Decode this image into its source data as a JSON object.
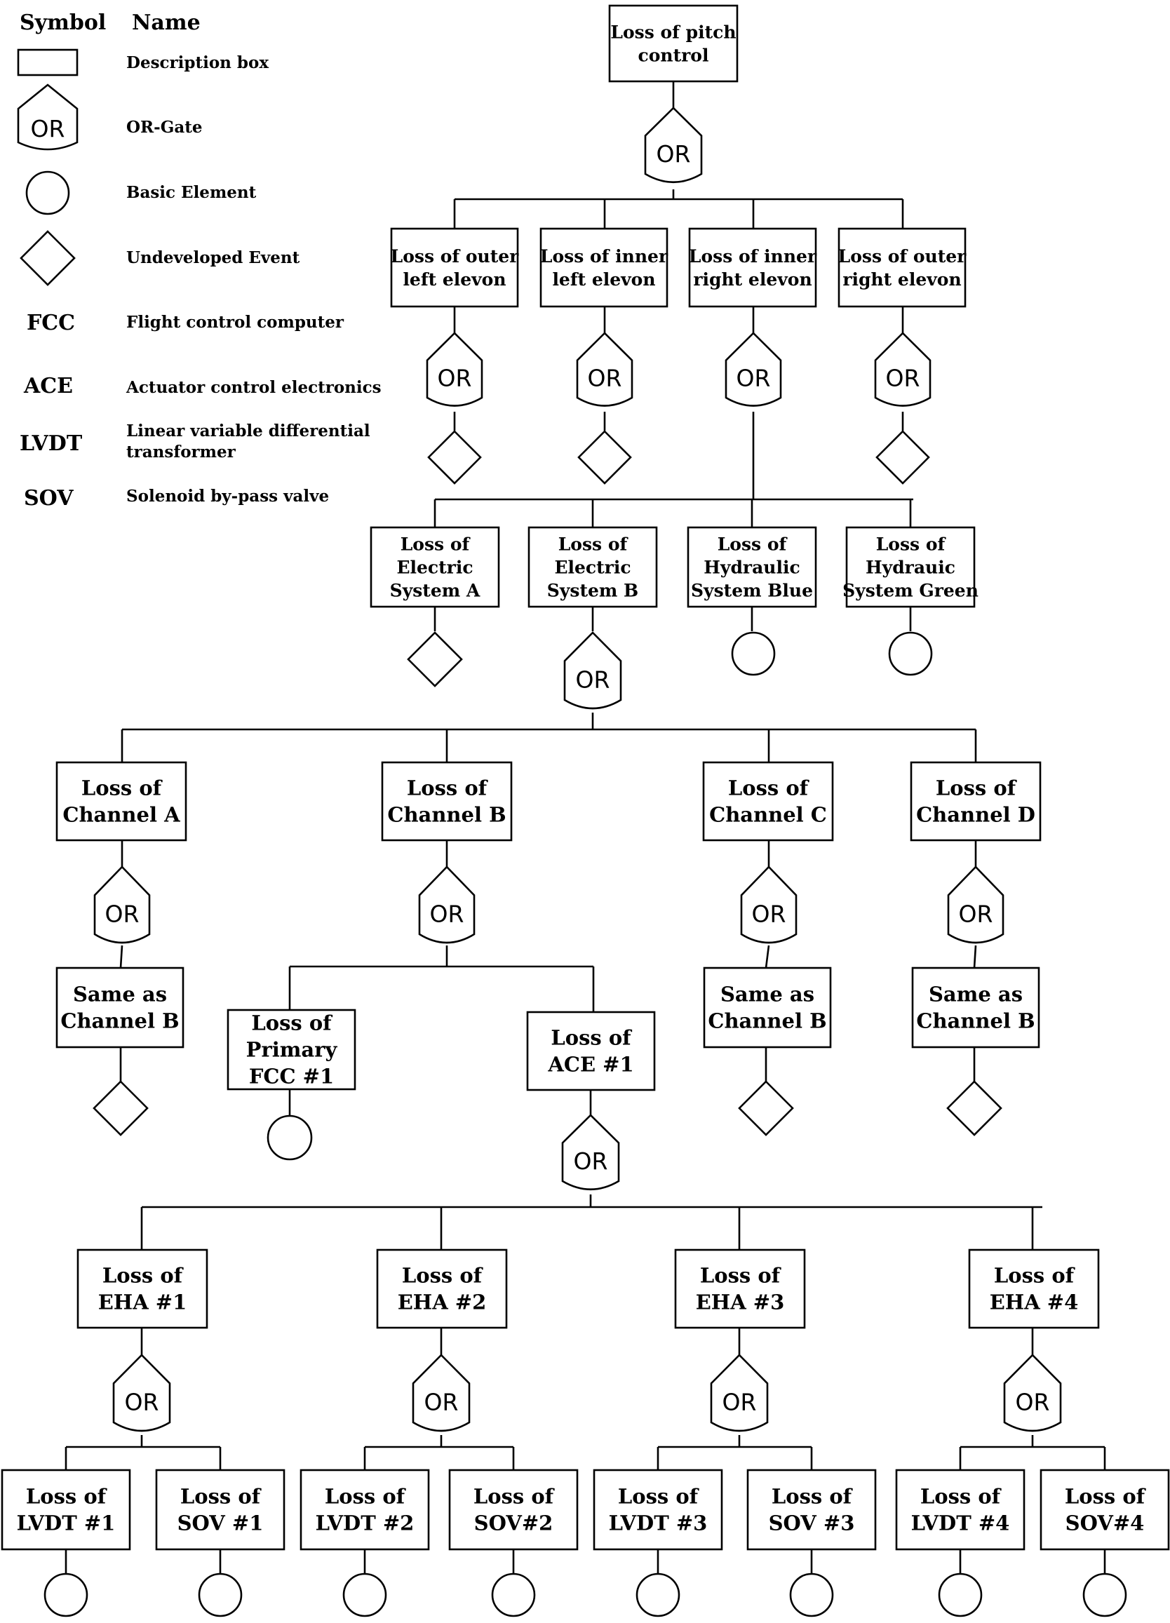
{
  "legend": {
    "symbol_header": "Symbol",
    "name_header": "Name",
    "rows": [
      {
        "symbol": "description-box",
        "name": "Description box"
      },
      {
        "symbol": "or-gate",
        "gate_label": "OR",
        "name": "OR-Gate"
      },
      {
        "symbol": "basic-element",
        "name": "Basic Element"
      },
      {
        "symbol": "undeveloped-event",
        "name": "Undeveloped Event"
      },
      {
        "abbr": "FCC",
        "name": "Flight control computer"
      },
      {
        "abbr": "ACE",
        "name": "Actuator control electronics"
      },
      {
        "abbr": "LVDT",
        "name": [
          "Linear variable differential",
          "transformer"
        ]
      },
      {
        "abbr": "SOV",
        "name": "Solenoid by-pass valve"
      }
    ]
  },
  "tree": {
    "gate_label": "OR",
    "events": {
      "top": [
        "Loss of pitch",
        "control"
      ],
      "outer_left_elevon": [
        "Loss of outer",
        "left elevon"
      ],
      "inner_left_elevon": [
        "Loss of inner",
        "left elevon"
      ],
      "inner_right_elevon": [
        "Loss of inner",
        "right elevon"
      ],
      "outer_right_elevon": [
        "Loss of outer",
        "right elevon"
      ],
      "electric_a": [
        "Loss of",
        "Electric",
        "System A"
      ],
      "electric_b": [
        "Loss of",
        "Electric",
        "System B"
      ],
      "hydraulic_blue": [
        "Loss of",
        "Hydraulic",
        "System Blue"
      ],
      "hydraulic_green": [
        "Loss of",
        "Hydrauic",
        "System Green"
      ],
      "channel_a": [
        "Loss of",
        "Channel A"
      ],
      "channel_b": [
        "Loss of",
        "Channel B"
      ],
      "channel_c": [
        "Loss of",
        "Channel C"
      ],
      "channel_d": [
        "Loss of",
        "Channel D"
      ],
      "same_a": [
        "Same as",
        "Channel B"
      ],
      "same_c": [
        "Same as",
        "Channel B"
      ],
      "same_d": [
        "Same as",
        "Channel B"
      ],
      "primary_fcc": [
        "Loss of",
        "Primary",
        "FCC #1"
      ],
      "ace_1": [
        "Loss of",
        "ACE #1"
      ],
      "eha_1": [
        "Loss of",
        "EHA #1"
      ],
      "eha_2": [
        "Loss of",
        "EHA #2"
      ],
      "eha_3": [
        "Loss of",
        "EHA #3"
      ],
      "eha_4": [
        "Loss of",
        "EHA #4"
      ],
      "lvdt_1": [
        "Loss of",
        "LVDT #1"
      ],
      "sov_1": [
        "Loss of",
        "SOV #1"
      ],
      "lvdt_2": [
        "Loss of",
        "LVDT #2"
      ],
      "sov_2": [
        "Loss of",
        "SOV#2"
      ],
      "lvdt_3": [
        "Loss of",
        "LVDT #3"
      ],
      "sov_3": [
        "Loss of",
        "SOV #3"
      ],
      "lvdt_4": [
        "Loss of",
        "LVDT #4"
      ],
      "sov_4": [
        "Loss of",
        "SOV#4"
      ]
    }
  }
}
